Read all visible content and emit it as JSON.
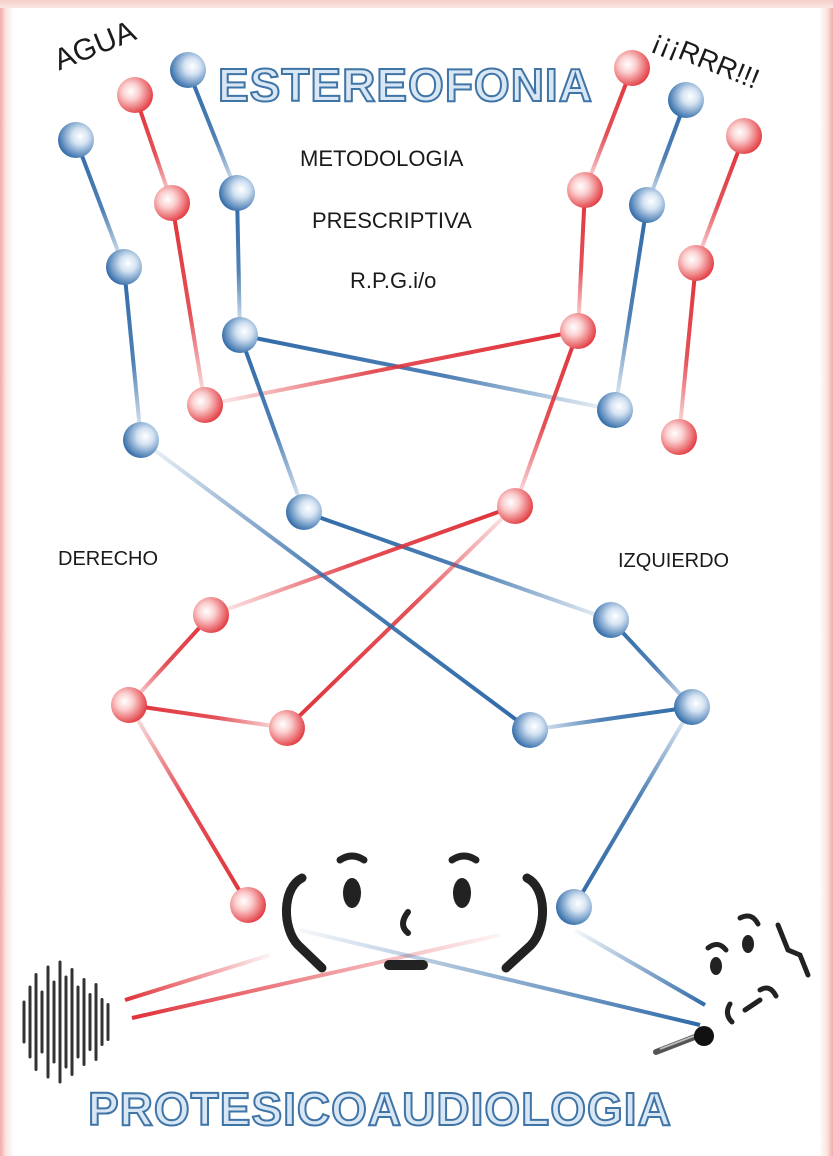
{
  "title_top": "ESTEREOFONIA",
  "title_bottom": "PROTESICOAUDIOLOGIA",
  "subtitle_lines": [
    "METODOLOGIA",
    "PRESCRIPTIVA",
    "R.P.G.i/o"
  ],
  "side_labels": {
    "left": "DERECHO",
    "right": "IZQUIERDO"
  },
  "speech": {
    "left": "AGUA",
    "right": "¡¡¡RRR!!!"
  },
  "colors": {
    "red": "#e0323a",
    "blue": "#2f6aa8",
    "title_outline": "#3f74a7",
    "title_fill": "#d9e6f3"
  },
  "icons": [
    "face-icon",
    "soundwave-icon",
    "microphone-icon",
    "singing-face-icon"
  ]
}
